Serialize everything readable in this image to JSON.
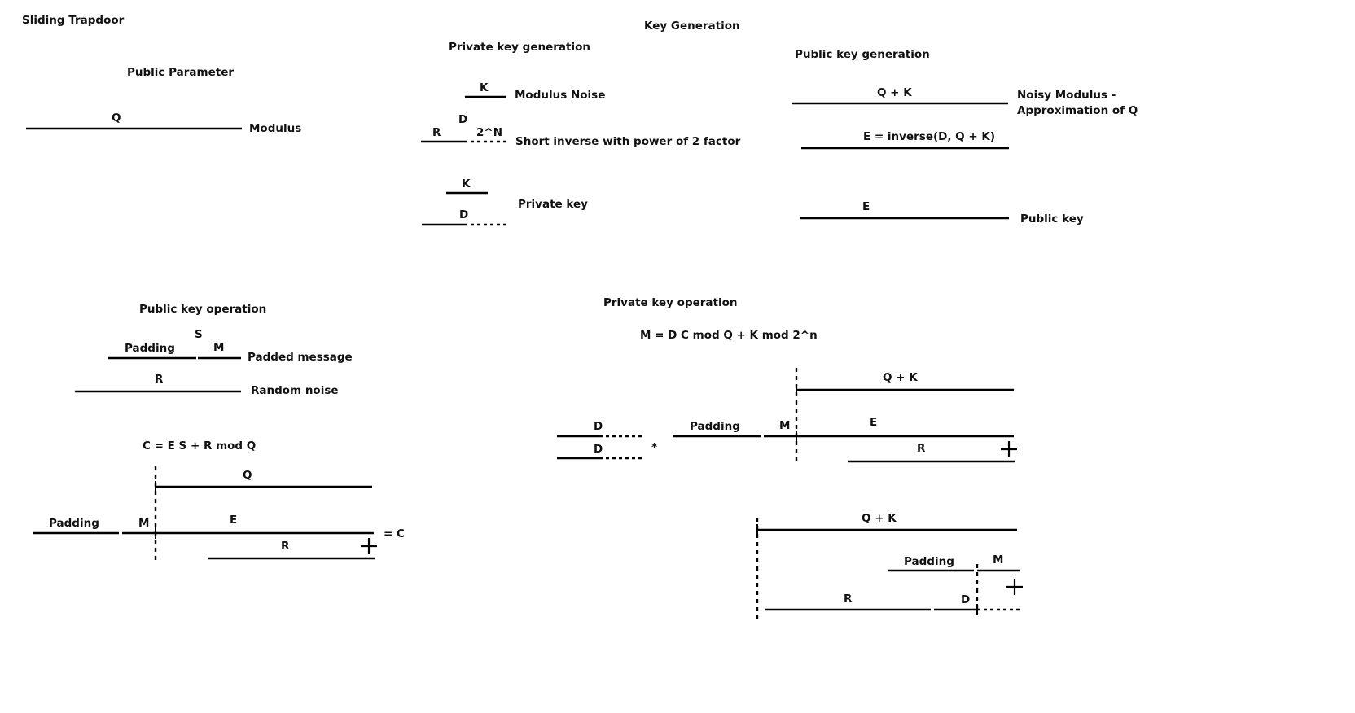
{
  "title": "Sliding Trapdoor",
  "public_parameter": {
    "heading": "Public Parameter",
    "q_label": "Q",
    "modulus_label": "Modulus"
  },
  "key_generation": {
    "heading": "Key Generation",
    "private": {
      "heading": "Private key generation",
      "k_label": "K",
      "modulus_noise": "Modulus Noise",
      "d_label": "D",
      "r_label": "R",
      "pow_label": "2^N",
      "short_inverse": "Short inverse with power of 2 factor",
      "k2_label": "K",
      "d2_label": "D",
      "private_key": "Private key"
    },
    "public": {
      "heading": "Public key generation",
      "qk_label": "Q + K",
      "noisy_modulus_1": "Noisy Modulus -",
      "noisy_modulus_2": "Approximation of Q",
      "e_formula": "E = inverse(D, Q + K)",
      "e_label": "E",
      "public_key": "Public key"
    }
  },
  "public_key_operation": {
    "heading": "Public key operation",
    "s_label": "S",
    "padding_label": "Padding",
    "m_label": "M",
    "padded_message": "Padded message",
    "r_label": "R",
    "random_noise": "Random noise",
    "formula": "C = E S + R mod Q",
    "q_label": "Q",
    "padding2_label": "Padding",
    "m2_label": "M",
    "e_label": "E",
    "eq_c": "= C",
    "r2_label": "R"
  },
  "private_key_operation": {
    "heading": "Private key operation",
    "formula": "M = D C mod Q + K mod 2^n",
    "qk_label": "Q + K",
    "d_label": "D",
    "d2_label": "D",
    "times": "*",
    "padding_label": "Padding",
    "m_label": "M",
    "e_label": "E",
    "r_label": "R",
    "qk2_label": "Q + K",
    "padding2_label": "Padding",
    "m2_label": "M",
    "r2_label": "R",
    "d3_label": "D"
  }
}
